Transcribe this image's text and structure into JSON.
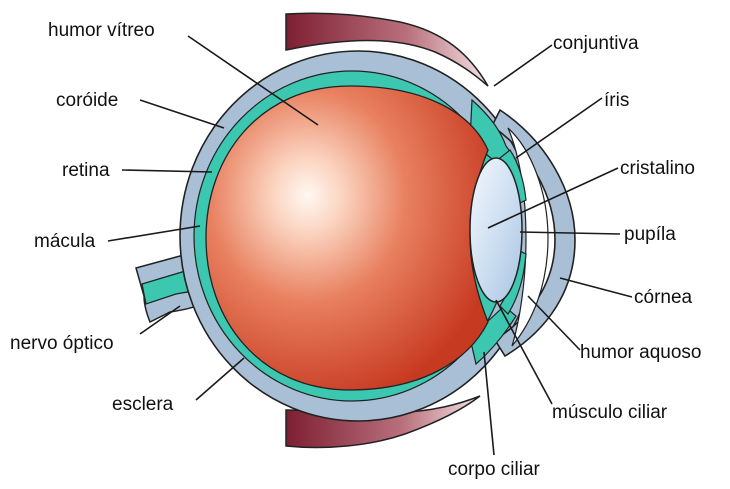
{
  "labels": {
    "humor_vitreo": "humor vítreo",
    "coroide": "coróide",
    "retina": "retina",
    "macula": "mácula",
    "nervo_optico": "nervo óptico",
    "esclera": "esclera",
    "conjuntiva": "conjuntiva",
    "iris": "íris",
    "cristalino": "cristalino",
    "pupila": "pupíla",
    "cornea": "córnea",
    "humor_aquoso": "humor aquoso",
    "musculo_ciliar": "músculo ciliar",
    "corpo_ciliar": "corpo ciliar"
  },
  "colors": {
    "sclera": "#a9bfd6",
    "choroid": "#3cc7b1",
    "vitreous_center": "#fff6ee",
    "vitreous_mid": "#e9856a",
    "vitreous_edge": "#c8351f",
    "eyelid_dark": "#7d1f32",
    "eyelid_light": "#f3e2e4",
    "lens": "#d3e3f4",
    "outline": "#222222"
  }
}
